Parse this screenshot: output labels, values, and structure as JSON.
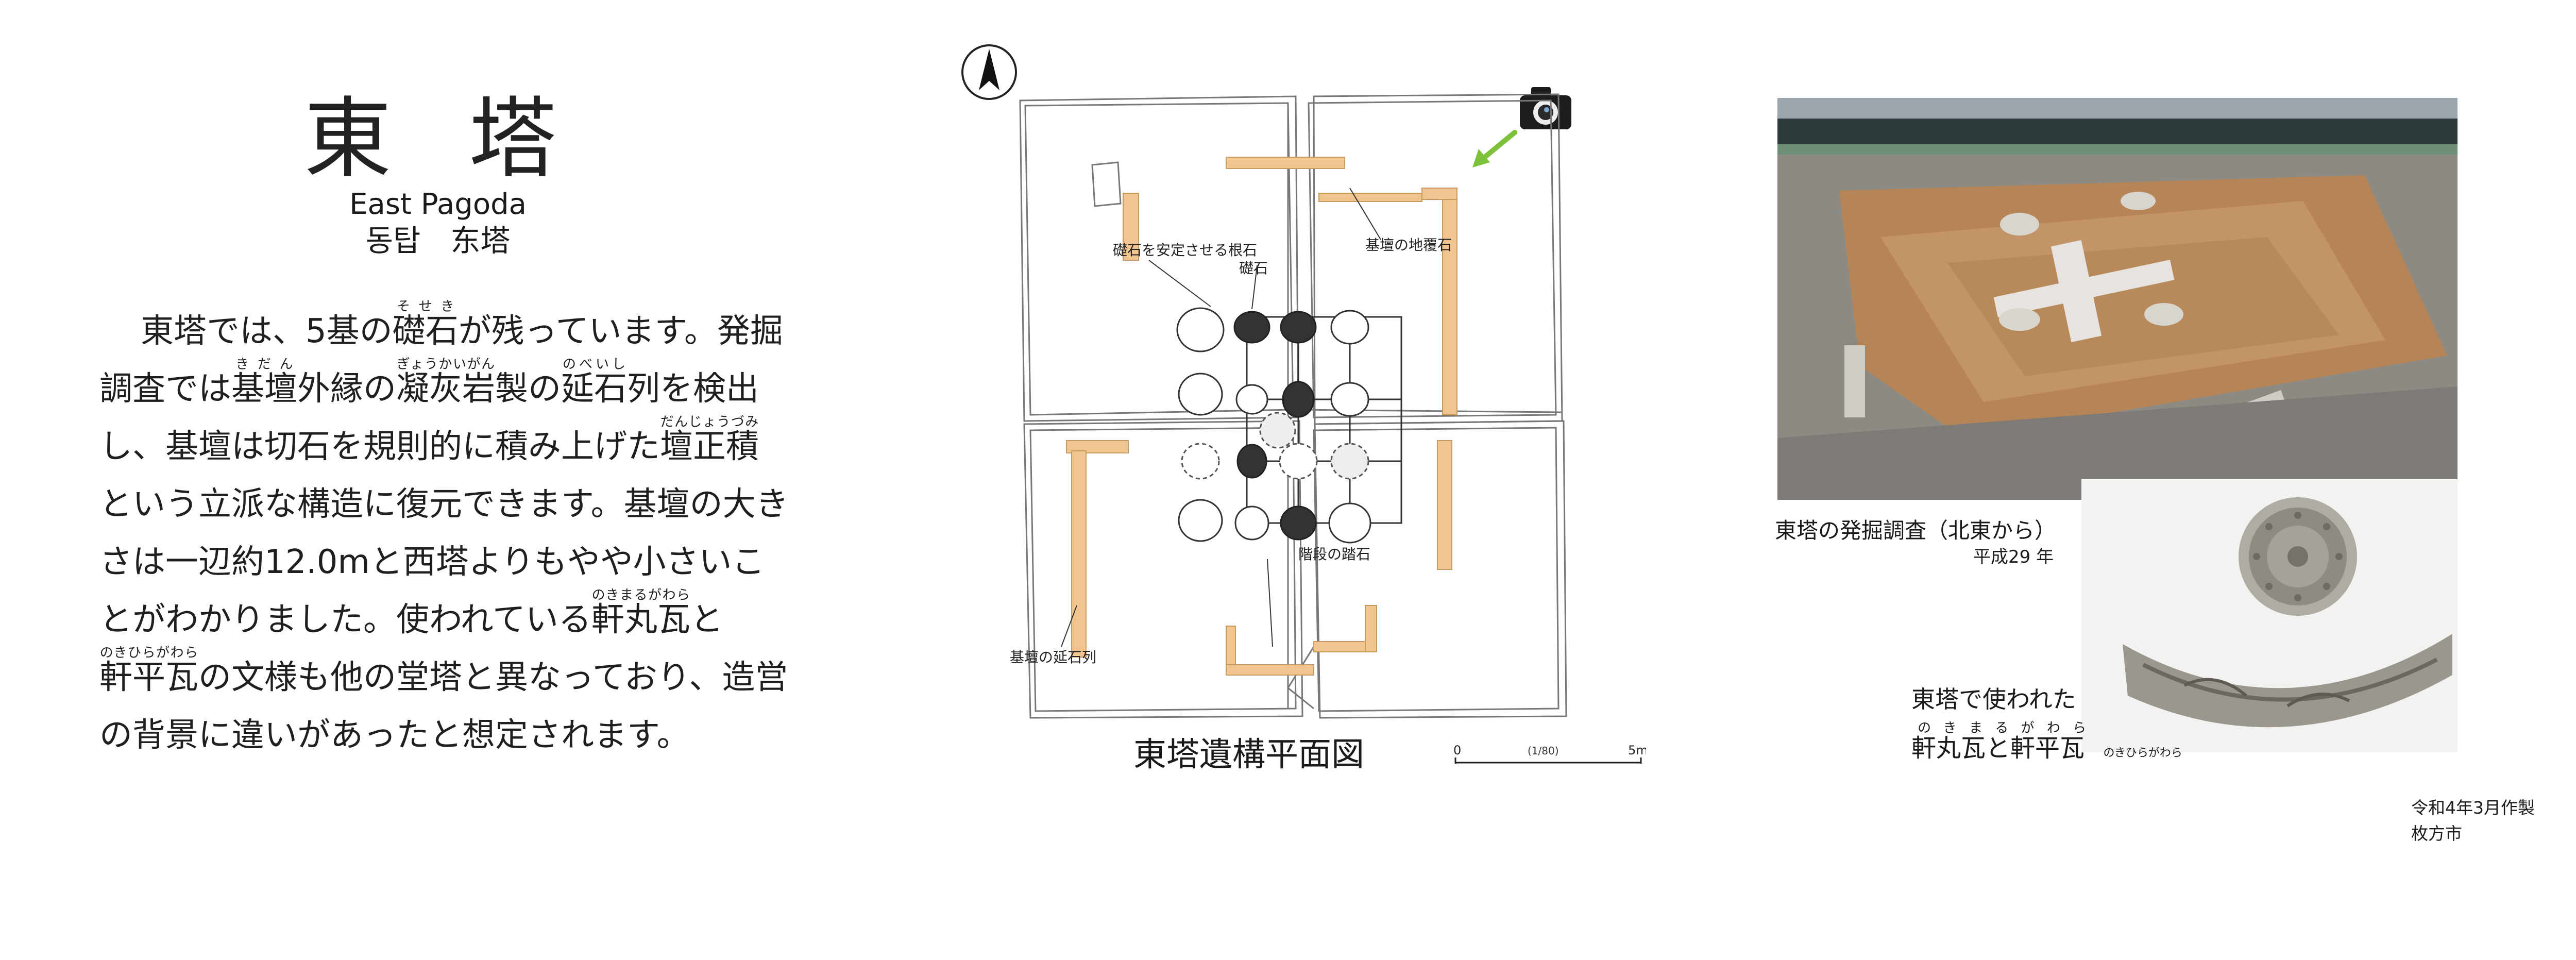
{
  "title": {
    "main": "東塔",
    "english": "East Pagoda",
    "korean_chinese": "동탑　东塔"
  },
  "body": {
    "segments": [
      {
        "t": "東塔では、5基の"
      },
      {
        "t": "礎石",
        "r": "そせき"
      },
      {
        "t": "が残っています。発掘調査では"
      },
      {
        "t": "基壇",
        "r": "きだん"
      },
      {
        "t": "外縁の"
      },
      {
        "t": "凝灰岩",
        "r": "ぎょうかいがん"
      },
      {
        "t": "製の"
      },
      {
        "t": "延石",
        "r": "のべいし"
      },
      {
        "t": "列を検出し、基壇は切石を規則的に積み上げた"
      },
      {
        "t": "壇正積",
        "r": "だんじょうづみ"
      },
      {
        "t": "という立派な構造に復元できます。基壇の大きさは一辺約12.0mと西塔よりもやや小さいことがわかりました。使われている"
      },
      {
        "t": "軒丸瓦",
        "r": "のきまるがわら"
      },
      {
        "t": "と"
      },
      {
        "t": "軒平瓦",
        "r": "のきひらがわら"
      },
      {
        "t": "の文様も他の堂塔と異なっており、造営の背景に違いがあったと想定されます。"
      }
    ]
  },
  "plan": {
    "caption": "東塔遺構平面図",
    "labels": {
      "nestone": "礎石を安定させる根石",
      "soseki": "礎石",
      "jifuku": "基壇の地覆石",
      "steps": "階段の踏石",
      "nobeishi": "基壇の延石列"
    },
    "scale": {
      "start": "0",
      "ratio": "(1/80)",
      "end": "5m"
    },
    "icons": [
      "north-arrow-icon",
      "camera-icon",
      "view-direction-arrow-icon"
    ]
  },
  "photos": {
    "excavation": {
      "caption": "東塔の発掘調査（北東から）",
      "year": "平成29 年"
    },
    "tiles": {
      "caption_line1": "東塔で使われた",
      "caption_line2": "軒丸瓦と軒平瓦",
      "ruby1": "のきまるがわら",
      "ruby2": "のきひらがわら"
    }
  },
  "footer": {
    "date": "令和4年3月作製",
    "city": "枚方市"
  },
  "colors": {
    "foundation_orange": "#f2c48f",
    "arrow_green": "#7dc23a",
    "soil": "#b9875a"
  }
}
